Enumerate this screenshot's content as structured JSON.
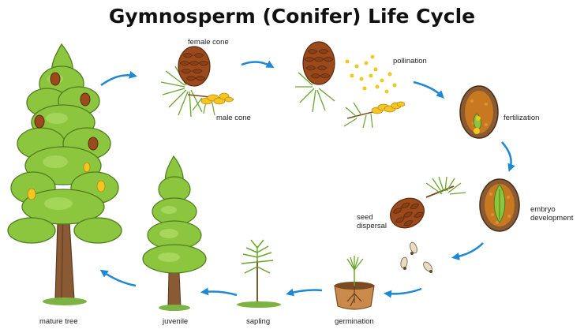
{
  "title": "Gymnosperm (Conifer) Life Cycle",
  "stages": {
    "female_cone": "female cone",
    "male_cone": "male cone",
    "pollination": "pollination",
    "fertilization": "fertilization",
    "embryo_line1": "embryo",
    "embryo_line2": "development",
    "seed_line1": "seed",
    "seed_line2": "dispersal",
    "germination": "germination",
    "sapling": "sapling",
    "juvenile": "juvenile",
    "mature_tree": "mature tree"
  },
  "colors": {
    "arrow": "#1e88d4",
    "needle": "#6aa52d",
    "foliage": "#8cc63f",
    "cone": "#9a4a1c",
    "pollen": "#f3c623",
    "trunk": "#8a5a34",
    "seed_coat": "#c8781e"
  },
  "icons": [
    "arrow-icon",
    "pine-tree-icon",
    "pine-cone-icon",
    "seed-icon",
    "soil-icon"
  ]
}
